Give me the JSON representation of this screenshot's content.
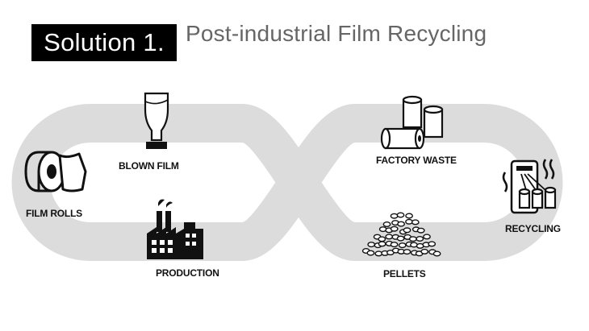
{
  "badge": "Solution 1.",
  "title": "Post-industrial Film Recycling",
  "stages": {
    "film_rolls": "FILM ROLLS",
    "blown_film": "BLOWN FILM",
    "production": "PRODUCTION",
    "factory_waste": "FACTORY WASTE",
    "pellets": "PELLETS",
    "recycling": "RECYCLING"
  },
  "colors": {
    "loop": "#dcdcdc",
    "title": "#666666",
    "badge_bg": "#000000",
    "icon": "#111111"
  }
}
